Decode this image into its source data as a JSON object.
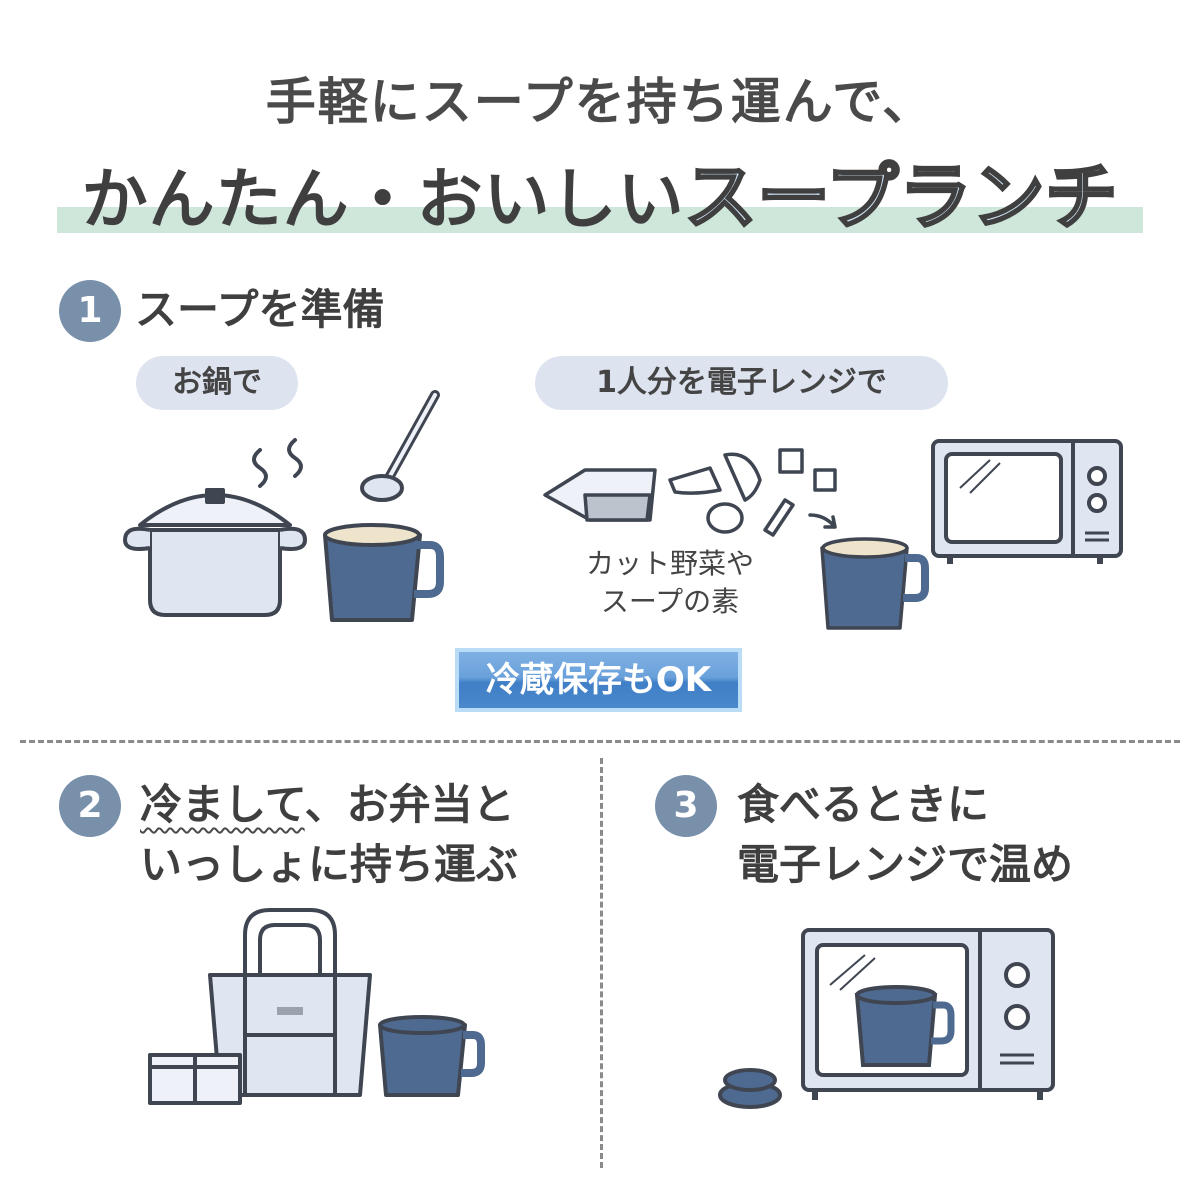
{
  "title": {
    "line1": "手軽にスープを持ち運んで、",
    "line2_plain": "かんたん・おいしい",
    "line2_highlight": "スープランチ"
  },
  "steps": [
    {
      "number": "1",
      "heading": "スープを準備",
      "options": [
        {
          "label": "お鍋で"
        },
        {
          "label": "1人分を電子レンジで"
        }
      ],
      "caption_line1": "カット野菜や",
      "caption_line2": "スープの素",
      "badge": "冷蔵保存もOK"
    },
    {
      "number": "2",
      "heading_line1_underlined": "冷まして",
      "heading_line1_rest": "、お弁当と",
      "heading_line2": "いっしょに持ち運ぶ"
    },
    {
      "number": "3",
      "heading_line1": "食べるときに",
      "heading_line2": "電子レンジで温め"
    }
  ],
  "colors": {
    "accent": "#7990ab",
    "band": "#cfe6da",
    "pill": "#dde3ef",
    "badge": "#4b88cc",
    "cup": "#4e6a90"
  }
}
